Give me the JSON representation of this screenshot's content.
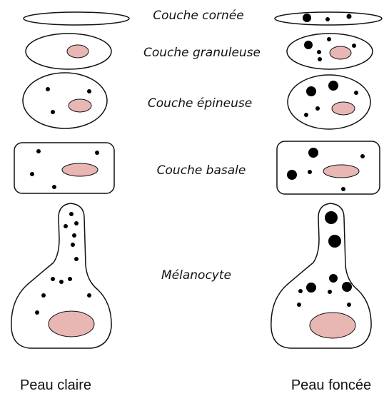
{
  "layers": [
    {
      "id": "corneum",
      "label": "Couche cornée"
    },
    {
      "id": "granulosum",
      "label": "Couche granuleuse"
    },
    {
      "id": "spinosum",
      "label": "Couche épineuse"
    },
    {
      "id": "basale",
      "label": "Couche basale"
    },
    {
      "id": "melanocyte",
      "label": "Mélanocyte"
    }
  ],
  "columns": {
    "left": {
      "label": "Peau claire"
    },
    "right": {
      "label": "Peau foncée"
    }
  },
  "colors": {
    "outline": "#111111",
    "nucleus": "#e8b7b4",
    "granule": "#000000"
  }
}
